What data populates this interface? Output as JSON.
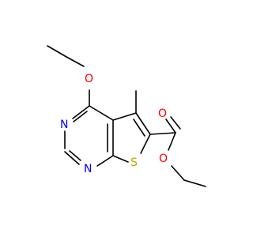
{
  "molecule": {
    "atom_labels": {
      "ether_oxygen": "O",
      "carbonyl_oxygen": "O",
      "ester_oxygen": "O",
      "nitrogen_top": "N",
      "nitrogen_bottom": "N",
      "sulfur": "S"
    }
  },
  "colors": {
    "oxygen": "#ff0000",
    "nitrogen": "#0000ff",
    "sulfur": "#b8a800",
    "bond": "#000000",
    "background": "#ffffff"
  }
}
